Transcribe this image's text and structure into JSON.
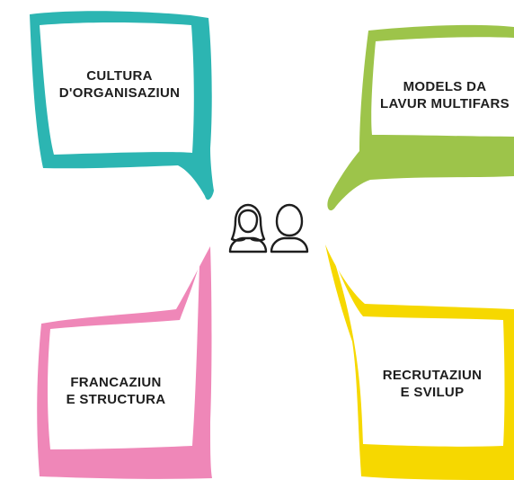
{
  "bubbles": {
    "top_left": {
      "line1": "CULTURA",
      "line2": "D'ORGANISAZIUN",
      "color": "#2cb5b2"
    },
    "top_right": {
      "line1": "MODELS DA",
      "line2": "LAVUR MULTIFARS",
      "color": "#9dc44a"
    },
    "bottom_left": {
      "line1": "FRANCAZIUN",
      "line2": "E STRUCTURA",
      "color": "#ef87b8"
    },
    "bottom_right": {
      "line1": "RECRUTAZIUN",
      "line2": "E SVILUP",
      "color": "#f6d800"
    }
  },
  "people_icon": {
    "stroke_color": "#1e1e1e"
  }
}
